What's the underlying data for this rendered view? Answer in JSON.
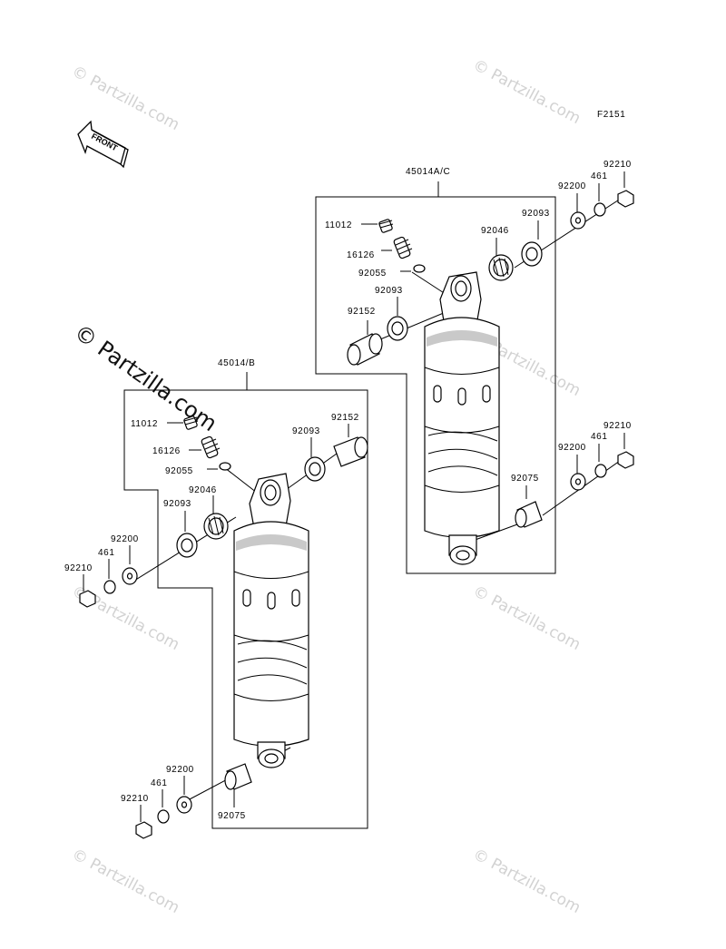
{
  "figure_code": "F2151",
  "front_label": "FRONT",
  "watermark": {
    "text": "© Partzilla.com",
    "primary_text": "© Partzilla.com"
  },
  "assemblies": {
    "rear_right": {
      "assembly_number": "45014A/C",
      "labels": {
        "part_11012": "11012",
        "part_16126": "16126",
        "part_92055": "92055",
        "part_92093_upper": "92093",
        "part_92152": "92152",
        "part_92046": "92046",
        "part_92093_right": "92093",
        "part_92200_upper": "92200",
        "part_461_upper": "461",
        "part_92210_upper": "92210",
        "part_92200_lower": "92200",
        "part_461_lower": "461",
        "part_92210_lower": "92210",
        "part_92075": "92075"
      }
    },
    "rear_left": {
      "assembly_number": "45014/B",
      "labels": {
        "part_11012": "11012",
        "part_16126": "16126",
        "part_92055": "92055",
        "part_92093_upper": "92093",
        "part_92152": "92152",
        "part_92046": "92046",
        "part_92093_left": "92093",
        "part_92200_upper": "92200",
        "part_461_upper": "461",
        "part_92210_upper": "92210",
        "part_92200_lower": "92200",
        "part_461_lower": "461",
        "part_92210_lower": "92210",
        "part_92075": "92075"
      }
    }
  },
  "colors": {
    "line": "#000000",
    "watermark": "#d2d2d2",
    "shading": "#c9c9c9"
  }
}
